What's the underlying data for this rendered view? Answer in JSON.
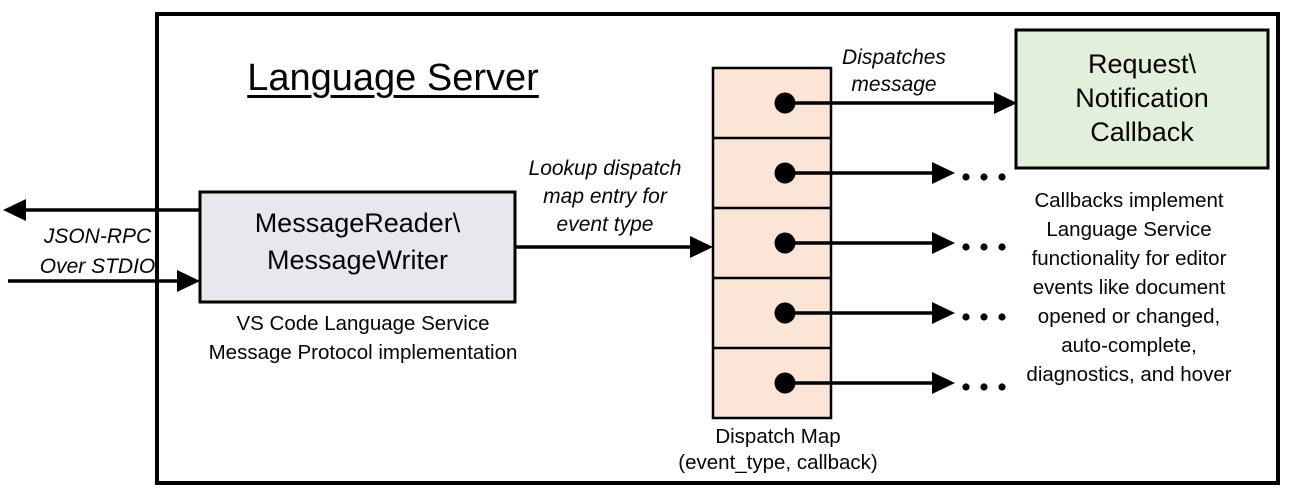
{
  "title": "Language Server",
  "io": {
    "line1": "JSON-RPC",
    "line2": "Over STDIO"
  },
  "reader": {
    "line1": "MessageReader\\",
    "line2": "MessageWriter",
    "caption1": "VS Code Language Service",
    "caption2": "Message Protocol implementation"
  },
  "lookup": {
    "line1": "Lookup dispatch",
    "line2": "map entry for",
    "line3": "event type"
  },
  "dispatches": {
    "line1": "Dispatches",
    "line2": "message"
  },
  "dispatch_map": {
    "caption1": "Dispatch Map",
    "caption2": "(event_type, callback)",
    "slot_count": "5"
  },
  "callback": {
    "line1": "Request\\",
    "line2": "Notification",
    "line3": "Callback",
    "caption1": "Callbacks implement",
    "caption2": "Language Service",
    "caption3": "functionality for editor",
    "caption4": "events like document",
    "caption5": "opened or changed,",
    "caption6": "auto-complete,",
    "caption7": "diagnostics, and hover"
  },
  "colors": {
    "stroke": "#000000",
    "reader_fill": "#e9e7ee",
    "dispatch_fill": "#fbe5d6",
    "callback_fill": "#e2efda"
  }
}
